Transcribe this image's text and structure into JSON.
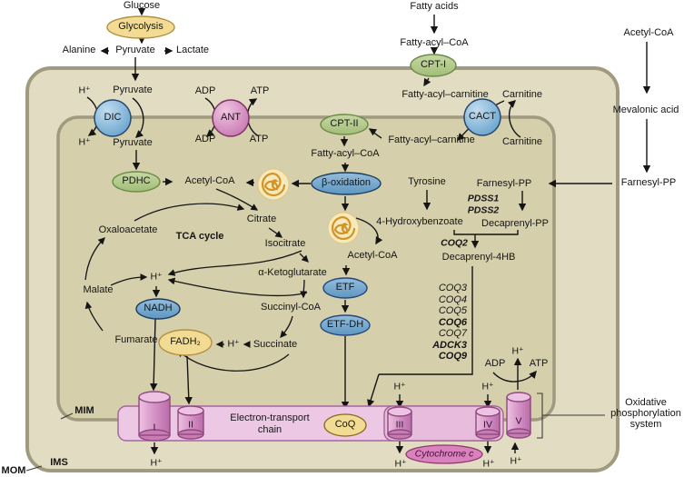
{
  "labels": {
    "glucose": "Glucose",
    "glycolysis": "Glycolysis",
    "alanine": "Alanine",
    "pyruvate": "Pyruvate",
    "lactate": "Lactate",
    "hplus": "H⁺",
    "adp": "ADP",
    "atp": "ATP",
    "dic": "DIC",
    "ant": "ANT",
    "cact": "CACT",
    "cpt1": "CPT-I",
    "cpt2": "CPT-II",
    "pdhc": "PDHC",
    "fatty_acids": "Fatty acids",
    "fatty_acyl_coa": "Fatty-acyl–CoA",
    "fatty_acyl_carnitine": "Fatty-acyl–carnitine",
    "carnitine": "Carnitine",
    "beta_oxidation": "β-oxidation",
    "acetyl_coa": "Acetyl-CoA",
    "tca_title": "TCA cycle",
    "citrate": "Citrate",
    "isocitrate": "Isocitrate",
    "alpha_ketoglutarate": "α-Ketoglutarate",
    "succinyl_coa": "Succinyl-CoA",
    "succinate": "Succinate",
    "fumarate": "Fumarate",
    "malate": "Malate",
    "oxaloacetate": "Oxaloacetate",
    "nadh": "NADH",
    "fadh2": "FADH₂",
    "etf": "ETF",
    "etf_dh": "ETF-DH",
    "tyrosine": "Tyrosine",
    "hydroxybenzoate": "4-Hydroxybenzoate",
    "farnesyl_pp": "Farnesyl-PP",
    "pdss1": "PDSS1",
    "pdss2": "PDSS2",
    "decaprenyl_pp": "Decaprenyl-PP",
    "coq2": "COQ2",
    "decaprenyl_4hb": "Decaprenyl-4HB",
    "mevalonic_acid": "Mevalonic acid",
    "coq": "CoQ",
    "etc_line1": "Electron-transport",
    "etc_line2": "chain",
    "cytochrome_c": "Cytochrome c",
    "mim": "MIM",
    "ims": "IMS",
    "mom": "MOM",
    "oxphos_line1": "Oxidative",
    "oxphos_line2": "phosphorylation",
    "oxphos_line3": "system"
  },
  "genes": [
    {
      "name": "COQ3",
      "bold": false
    },
    {
      "name": "COQ4",
      "bold": false
    },
    {
      "name": "COQ5",
      "bold": false
    },
    {
      "name": "COQ6",
      "bold": true
    },
    {
      "name": "COQ7",
      "bold": false
    },
    {
      "name": "ADCK3",
      "bold": true
    },
    {
      "name": "COQ9",
      "bold": true
    }
  ],
  "complexes": [
    "I",
    "II",
    "III",
    "IV",
    "V"
  ],
  "colors": {
    "membrane_fill_outer": "#e2dcc2",
    "membrane_fill_matrix": "#d5cfab",
    "membrane_border": "#a09a7e",
    "enzyme_yellow": "#f2dc94",
    "enzyme_green": "#b9cf92",
    "enzyme_blue": "#7fb1d6",
    "transporter_pink": "#d68cbe",
    "etc_band": "#ecc8e4",
    "complex_pink": "#d898c8",
    "cytochrome_pink": "#d982bd",
    "spiral_orange": "#d19427",
    "text": "#151515"
  }
}
